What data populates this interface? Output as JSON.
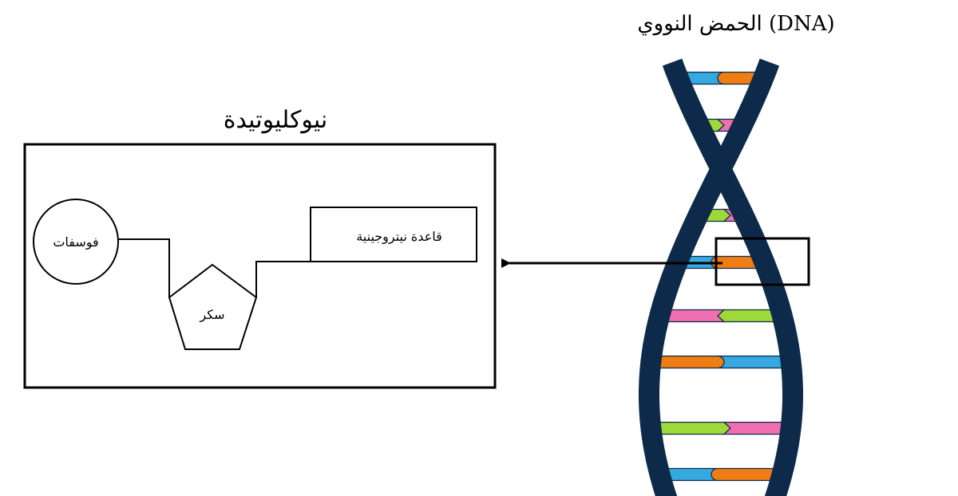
{
  "dna_title": "الحمض النووي (DNA)",
  "nucleotide_title": "نيوكليوتيدة",
  "labels": {
    "phosphate": "فوسفات",
    "sugar": "سكر",
    "nitrogenous_base": "قاعدة نيتروجينية"
  },
  "colors": {
    "backbone": "#0e2a4a",
    "blue": "#36a9e1",
    "orange": "#ef7d14",
    "green": "#9ed93a",
    "pink": "#f06fb0",
    "outline": "#000000"
  }
}
